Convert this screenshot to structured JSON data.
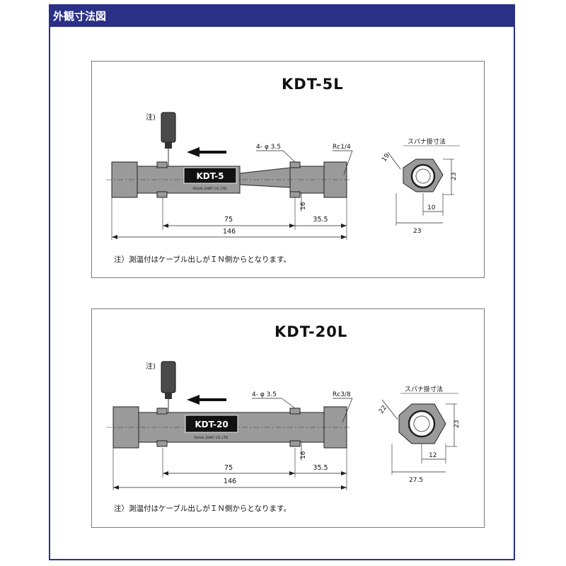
{
  "header": {
    "title": "外観寸法図"
  },
  "colors": {
    "header_bg": "#2b3087",
    "body_fill": "#9a9a9a"
  },
  "diagrams": [
    {
      "model": "KDT-5L",
      "note_label": "注)",
      "label_text": "KDT-5",
      "maker_text": "REGAL JOINT CO.,LTD.",
      "hole_callout": "4- φ 3.5",
      "thread_callout": "Rc1/4",
      "wrench_label": "スパナ掛寸法",
      "dim_75": "75",
      "dim_355": "35.5",
      "dim_146": "146",
      "dim_16": "16",
      "side_dims": {
        "diag": "19",
        "height": "23",
        "inner": "10",
        "width": "23"
      },
      "footnote": "注）測温付はケーブル出しがＩＮ側からとなります。"
    },
    {
      "model": "KDT-20L",
      "note_label": "注)",
      "label_text": "KDT-20",
      "maker_text": "REGAL JOINT CO.,LTD.",
      "hole_callout": "4- φ 3.5",
      "thread_callout": "Rc3/8",
      "wrench_label": "スパナ掛寸法",
      "dim_75": "75",
      "dim_355": "35.5",
      "dim_146": "146",
      "dim_16": "16",
      "side_dims": {
        "diag": "22",
        "height": "23",
        "inner": "12",
        "width": "27.5"
      },
      "footnote": "注）測温付はケーブル出しがＩＮ側からとなります。"
    }
  ]
}
